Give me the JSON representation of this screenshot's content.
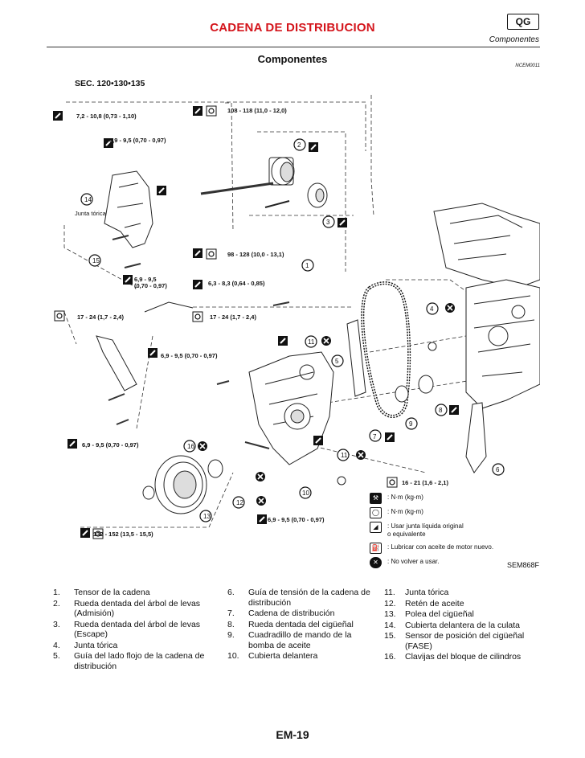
{
  "header": {
    "title": "CADENA DE DISTRIBUCION",
    "badge": "QG",
    "section": "Componentes",
    "subtitle": "Componentes",
    "ref_code": "NCEM0011"
  },
  "diagram": {
    "sec": "SEC. 120•130•135",
    "figure_id": "SEM868F",
    "torques": {
      "t1": "7,2 - 10,8 (0,73 - 1,10)",
      "t2": "108 - 118 (11,0 - 12,0)",
      "t3": "6,9 - 9,5 (0,70 - 0,97)",
      "t4": "98 - 128 (10,0 - 13,1)",
      "t5a": "6,9 - 9,5",
      "t5b": "(0,70 - 0,97)",
      "t6": "6,3 - 8,3 (0,64 - 0,85)",
      "t7": "17 - 24 (1,7 - 2,4)",
      "t8": "17 - 24 (1,7 - 2,4)",
      "t9": "6,9 - 9,5 (0,70 - 0,97)",
      "t10": "6,9 - 9,5 (0,70 - 0,97)",
      "t11": "6,9 - 9,5 (0,70 - 0,97)",
      "t12": "132 - 152 (13,5 - 15,5)",
      "t13": "16 - 21 (1,6 - 2,1)"
    },
    "junta_label": "Junta tórica",
    "callouts": [
      "1",
      "2",
      "3",
      "4",
      "5",
      "6",
      "7",
      "8",
      "9",
      "10",
      "11",
      "11",
      "12",
      "13",
      "14",
      "15",
      "16"
    ]
  },
  "legend": [
    {
      "icon": "wrench",
      "text": ":   N·m (kg-m)"
    },
    {
      "icon": "torque",
      "text": ":   N·m (kg-m)"
    },
    {
      "icon": "sealant",
      "text": ":   Usar junta líquida original\n     o equivalente"
    },
    {
      "icon": "oil",
      "text": ":   Lubricar con aceite de motor nuevo."
    },
    {
      "icon": "no-reuse",
      "text": ":   No volver a usar."
    }
  ],
  "parts": {
    "col1": [
      {
        "n": "1.",
        "t": "Tensor de la cadena"
      },
      {
        "n": "2.",
        "t": "Rueda dentada del árbol de levas (Admisión)"
      },
      {
        "n": "3.",
        "t": "Rueda dentada del árbol de levas (Escape)"
      },
      {
        "n": "4.",
        "t": "Junta tórica"
      },
      {
        "n": "5.",
        "t": "Guía del lado flojo de la cadena de distribución"
      }
    ],
    "col2": [
      {
        "n": "6.",
        "t": "Guía de tensión de la cadena de distribución"
      },
      {
        "n": "7.",
        "t": "Cadena de distribución"
      },
      {
        "n": "8.",
        "t": "Rueda dentada del cigüeñal"
      },
      {
        "n": "9.",
        "t": "Cuadradillo de mando de la bomba de aceite"
      },
      {
        "n": "10.",
        "t": "Cubierta delantera"
      }
    ],
    "col3": [
      {
        "n": "11.",
        "t": "Junta tórica"
      },
      {
        "n": "12.",
        "t": "Retén de aceite"
      },
      {
        "n": "13.",
        "t": "Polea del cigüeñal"
      },
      {
        "n": "14.",
        "t": "Cubierta delantera de la culata"
      },
      {
        "n": "15.",
        "t": "Sensor de posición del cigüeñal (FASE)"
      },
      {
        "n": "16.",
        "t": "Clavijas del bloque de cilindros"
      }
    ]
  },
  "footer": {
    "page": "EM-19"
  }
}
